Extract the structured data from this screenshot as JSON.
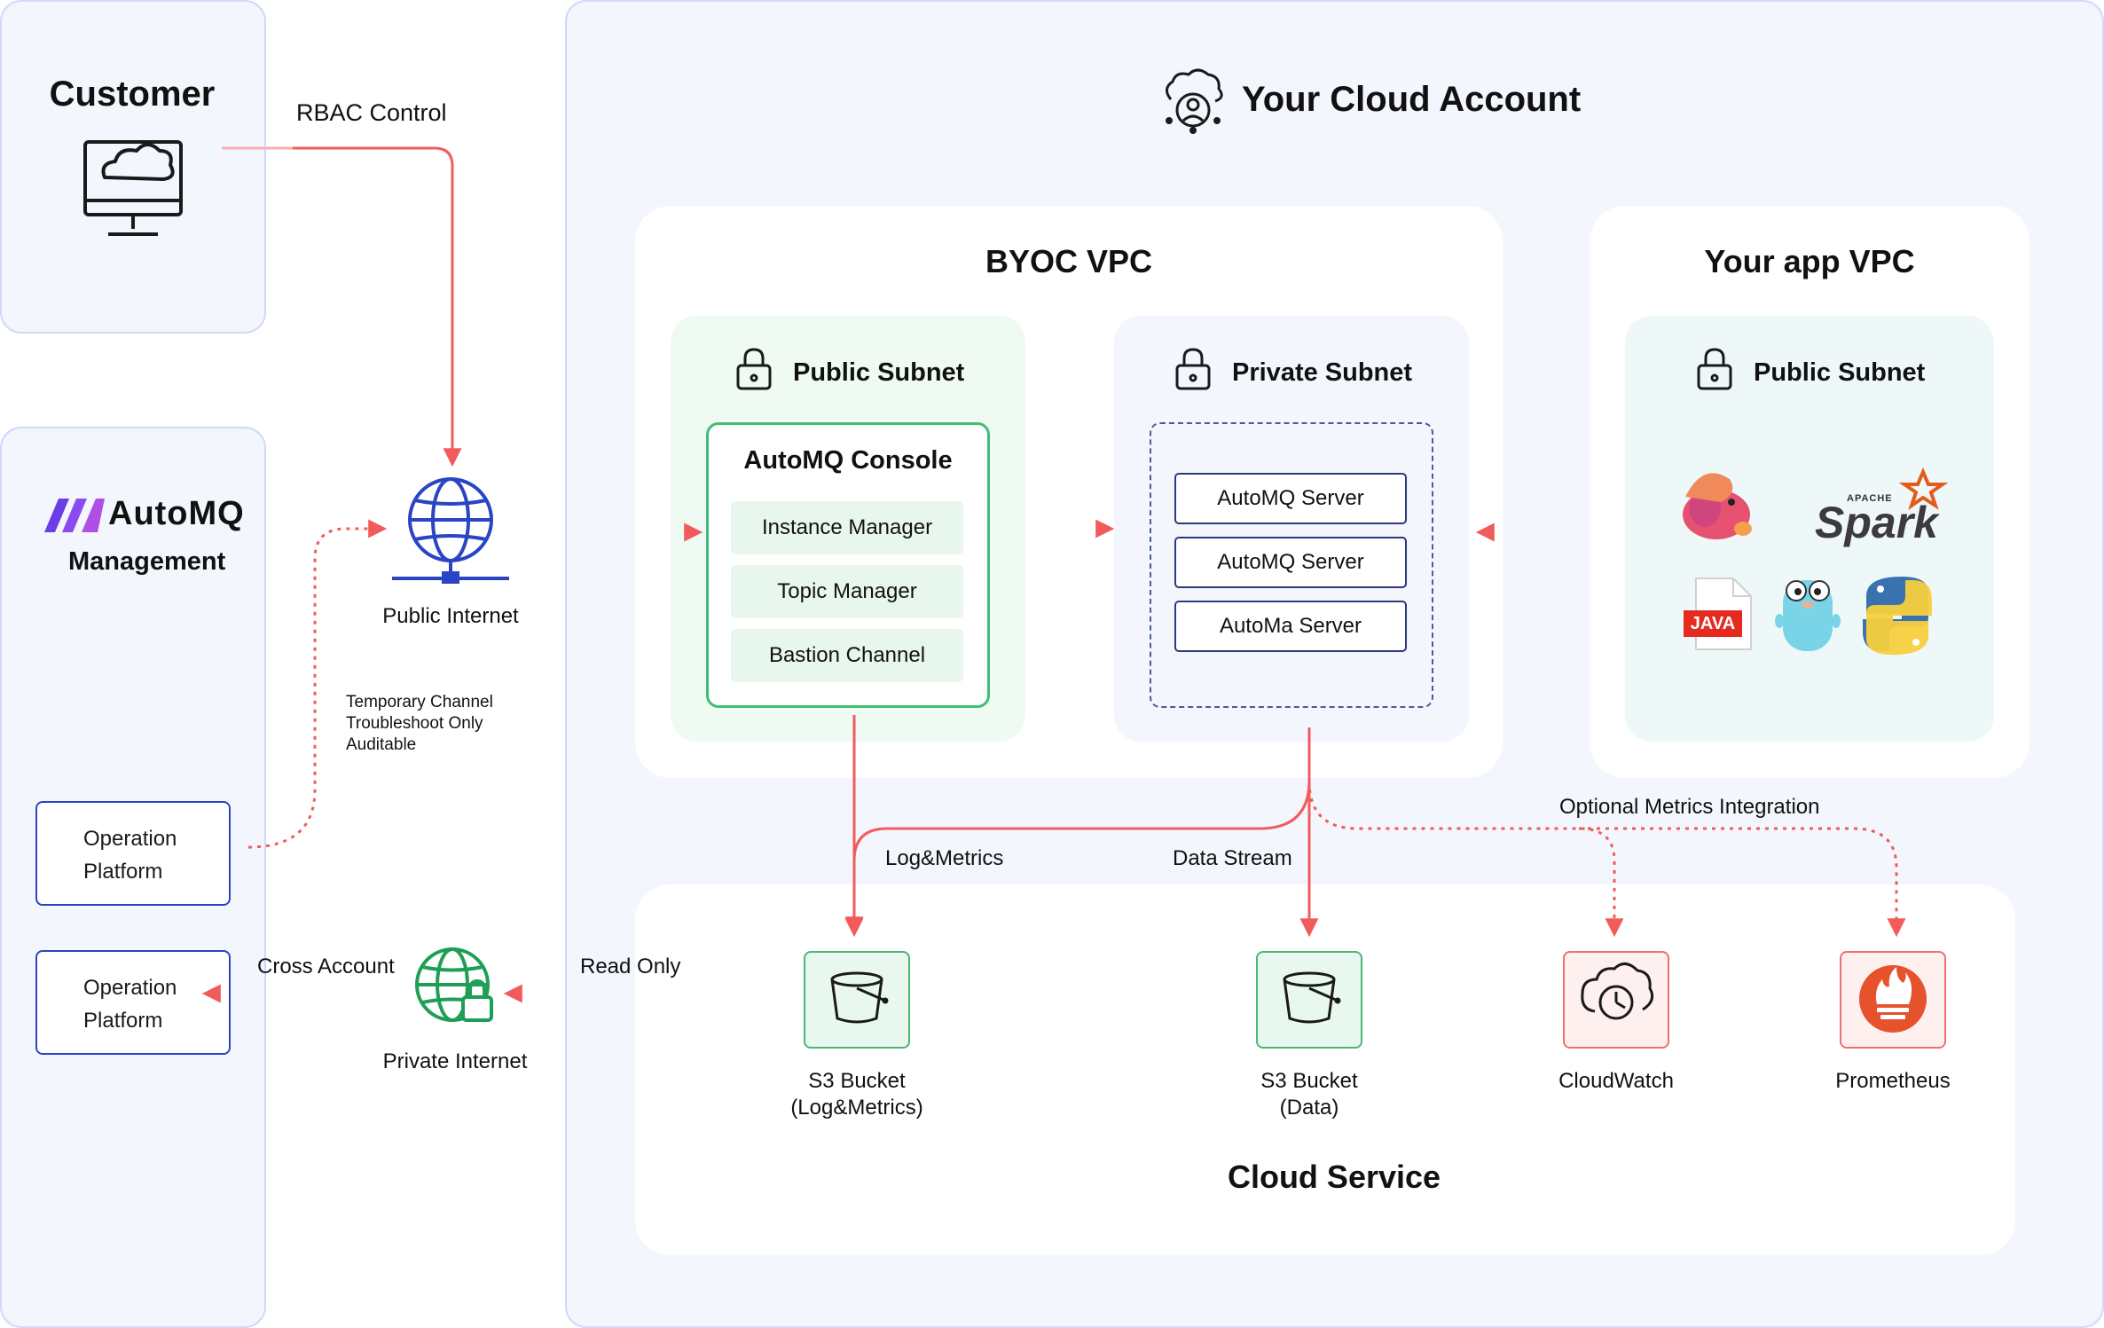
{
  "customer": {
    "title": "Customer"
  },
  "rbac": {
    "label": "RBAC Control"
  },
  "management": {
    "logo_text": "AutoMQ",
    "subtitle": "Management"
  },
  "public_internet": {
    "label": "Public Internet"
  },
  "temp_channel": {
    "lines": [
      "Temporary Channel",
      "Troubleshoot Only",
      "Auditable"
    ]
  },
  "operation_platform_1": {
    "line1": "Operation",
    "line2": "Platform"
  },
  "operation_platform_2": {
    "line1": "Operation",
    "line2": "Platform"
  },
  "cross_account": {
    "label": "Cross Account"
  },
  "private_internet": {
    "label": "Private Internet"
  },
  "read_only": {
    "label": "Read Only"
  },
  "cloud_account": {
    "title": "Your Cloud Account"
  },
  "byoc_vpc": {
    "title": "BYOC VPC",
    "public_subnet": {
      "title": "Public Subnet",
      "console": {
        "title": "AutoMQ Console",
        "items": [
          "Instance Manager",
          "Topic Manager",
          "Bastion Channel"
        ]
      }
    },
    "private_subnet": {
      "title": "Private Subnet",
      "servers": [
        "AutoMQ Server",
        "AutoMQ Server",
        "AutoMa Server"
      ]
    }
  },
  "app_vpc": {
    "title": "Your app VPC",
    "public_subnet": {
      "title": "Public Subnet"
    },
    "logos": {
      "spark_small": "APACHE",
      "spark": "Spark",
      "java": "JAVA"
    }
  },
  "flows": {
    "log_metrics": "Log&Metrics",
    "data_stream": "Data Stream",
    "optional_metrics": "Optional Metrics Integration"
  },
  "cloud_service": {
    "title": "Cloud Service",
    "services": [
      {
        "name": "S3 Bucket",
        "detail": "(Log&Metrics)",
        "icon": "bucket-icon"
      },
      {
        "name": "S3 Bucket",
        "detail": "(Data)",
        "icon": "bucket-icon"
      },
      {
        "name": "CloudWatch",
        "detail": "",
        "icon": "cloudwatch-icon"
      },
      {
        "name": "Prometheus",
        "detail": "",
        "icon": "prometheus-icon"
      }
    ]
  },
  "colors": {
    "arrow": "#f25b5b",
    "panel_bg": "#f4f6fe",
    "panel_border": "#cfd9f8",
    "green_subnet": "#eefaf2",
    "green_border": "#3fbf75",
    "navy": "#2a3a7a",
    "blue": "#2b44c4",
    "globe_green": "#1f9e56"
  }
}
